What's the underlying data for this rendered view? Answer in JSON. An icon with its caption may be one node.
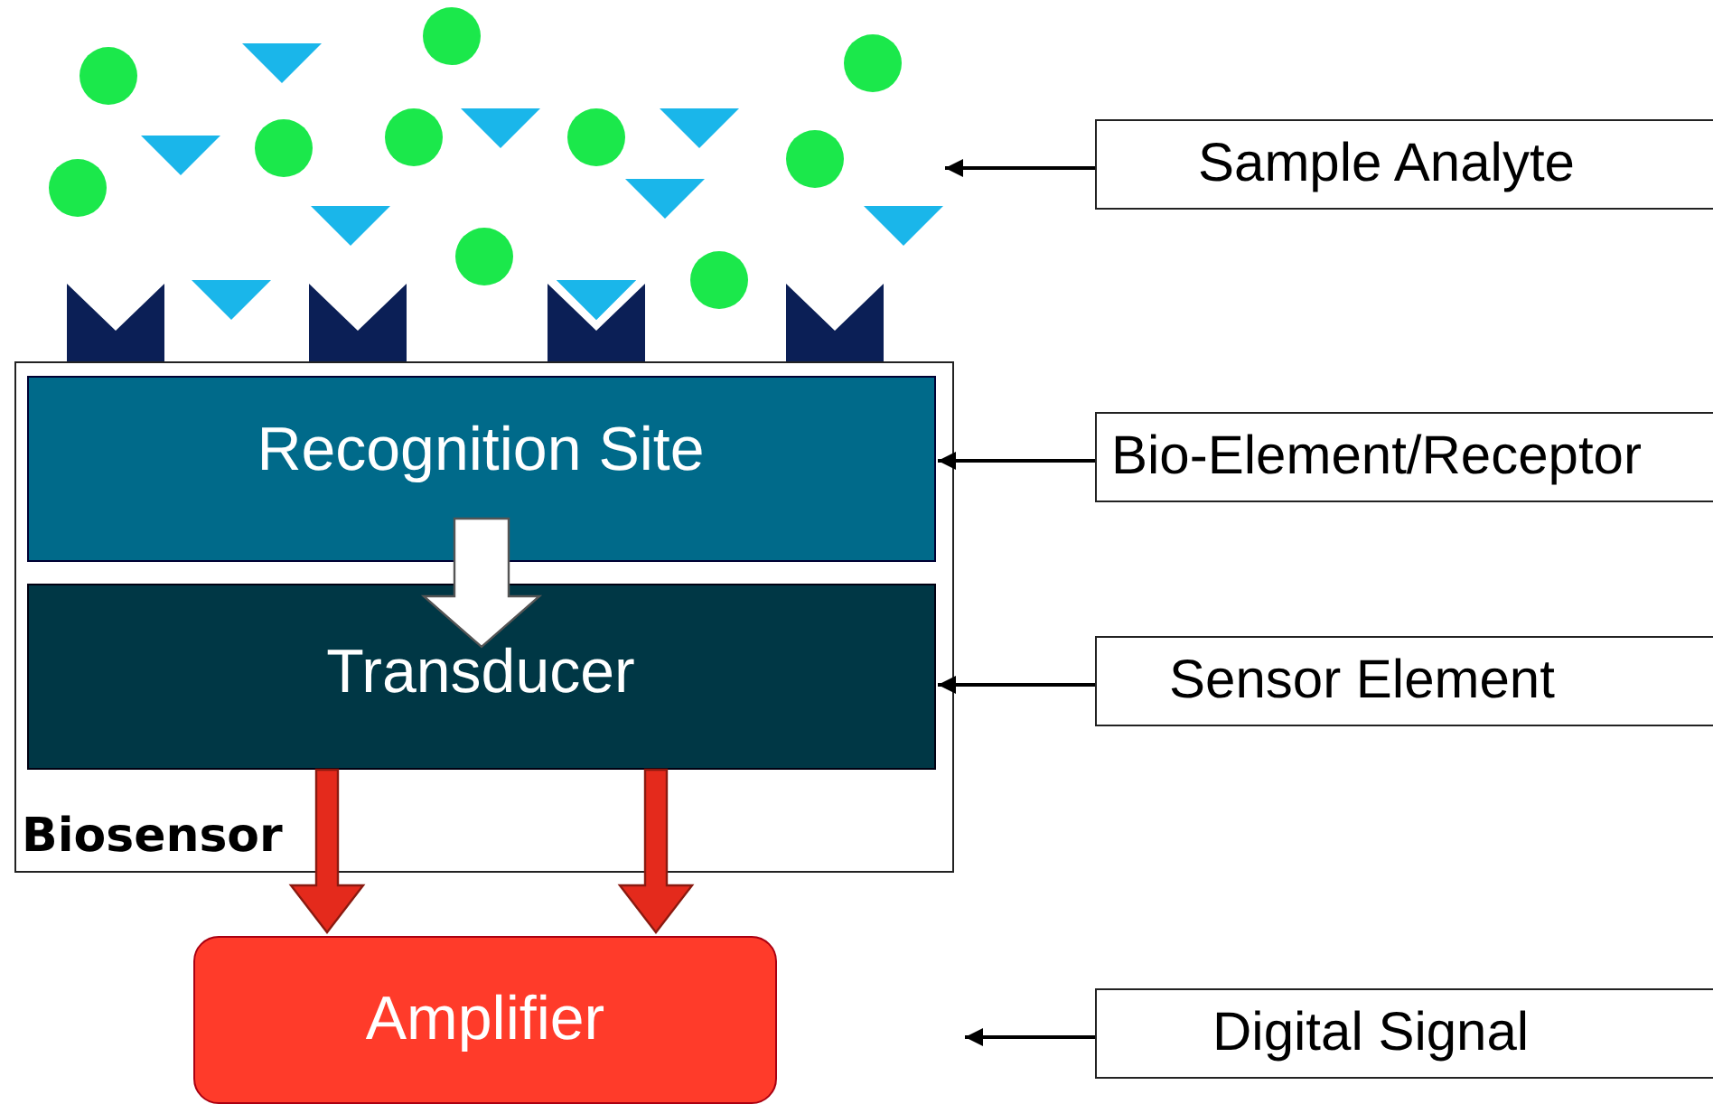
{
  "diagram": {
    "nodes": [
      {
        "text": [
          "Biosensor"
        ]
      },
      {
        "text": [
          "Recognition Site"
        ],
        "in": 0
      },
      {
        "text": [
          "Transducer"
        ],
        "in": 0
      },
      {
        "text": [
          "Amplifier"
        ]
      },
      {
        "text": [
          "Sample Analyte"
        ]
      },
      {
        "text": [
          "Bio-Element/Receptor"
        ]
      },
      {
        "text": [
          "Sensor Element"
        ]
      },
      {
        "text": [
          "Digital Signal"
        ]
      },
      {
        "text": [],
        "shape": "picture"
      }
    ],
    "edges": [
      {
        "from": 1,
        "to": 2,
        "arrow": "to",
        "style": "thick",
        "color": "#ffffff"
      },
      {
        "from": 2,
        "to": 3,
        "arrow": "to",
        "style": "thick",
        "color": "#e42a1c"
      },
      {
        "from": 2,
        "to": 3,
        "arrow": "to",
        "style": "thick",
        "color": "#e42a1c"
      },
      {
        "from": 4,
        "to": 8,
        "arrow": "to"
      },
      {
        "from": 5,
        "to": 1,
        "arrow": "to"
      },
      {
        "from": 6,
        "to": 2,
        "arrow": "to"
      },
      {
        "from": 7,
        "to": null,
        "arrow": "to"
      }
    ]
  }
}
